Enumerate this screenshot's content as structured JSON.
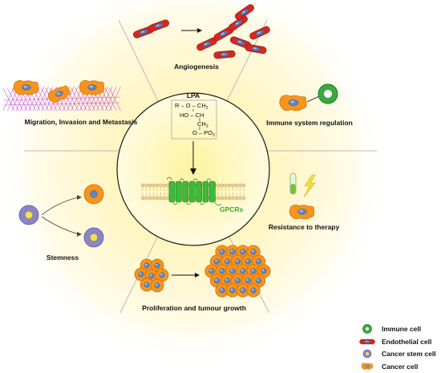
{
  "colors": {
    "glow_center": "#fff4a8",
    "glow_edge": "#ffffff",
    "cancer_cell": "#f7941d",
    "cancer_cell_stroke": "#d0700a",
    "nucleus": "#5b88c6",
    "endothelial_fill": "#d7261e",
    "endothelial_nucleus": "#4e7fc1",
    "immune_cell": "#3ca843",
    "stem_cell": "#8b84c6",
    "stem_nucleus": "#f3e24c",
    "receptor": "#3dbb3a",
    "membrane": "#e2b36b",
    "matrix": "#c85bd6",
    "gpcr_label": "#2fae2b",
    "tube_green": "#78c043",
    "bolt": "#f3e03a"
  },
  "sections": {
    "angiogenesis": "Angiogenesis",
    "immune": "Immune system regulation",
    "migration": "Migration, Invasion and Metastasis",
    "resistance": "Resistance to therapy",
    "stemness": "Stemness",
    "proliferation": "Proliferation and tumour growth"
  },
  "center": {
    "title": "LPA",
    "formula": {
      "r_o": "R – O – CH",
      "ho": "HO – CH",
      "ch2": "CH",
      "o_po": "O – PO",
      "sub2": "2",
      "sub3": "3",
      "sup2": "2-"
    },
    "receptor_label": "GPCRs"
  },
  "legend": [
    {
      "label": "Immune cell",
      "icon": "immune-cell-icon"
    },
    {
      "label": "Endothelial cell",
      "icon": "endothelial-cell-icon"
    },
    {
      "label": "Cancer stem cell",
      "icon": "cancer-stem-cell-icon"
    },
    {
      "label": "Cancer cell",
      "icon": "cancer-cell-icon"
    }
  ]
}
